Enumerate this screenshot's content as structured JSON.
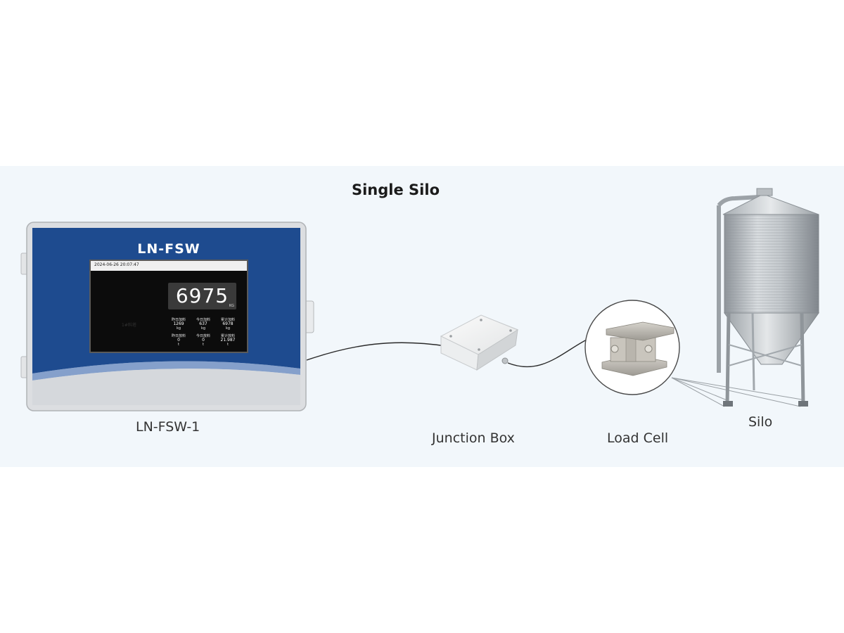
{
  "title": "Single Silo",
  "indicator": {
    "brand": "LN-FSW",
    "caption": "LN-FSW-1",
    "screen": {
      "datetime": "2024-06-26 20:07:47",
      "weight_value": "6975",
      "weight_unit": "KG",
      "silo_label": "1#料塔",
      "stats": [
        {
          "label": "昨日加料",
          "value": "1269",
          "unit": "kg"
        },
        {
          "label": "今日加料",
          "value": "637",
          "unit": "kg"
        },
        {
          "label": "累计加料",
          "value": "6978",
          "unit": "kg"
        },
        {
          "label": "昨日放料",
          "value": "0",
          "unit": "t"
        },
        {
          "label": "今日放料",
          "value": "0",
          "unit": "t"
        },
        {
          "label": "累计放料",
          "value": "21.987",
          "unit": "t"
        }
      ]
    }
  },
  "components": {
    "junction_box": "Junction Box",
    "load_cell": "Load Cell",
    "silo": "Silo"
  },
  "colors": {
    "panel_background": "#f2f7fb",
    "indicator_blue": "#1e4b8f",
    "indicator_gray": "#d8dadd"
  }
}
